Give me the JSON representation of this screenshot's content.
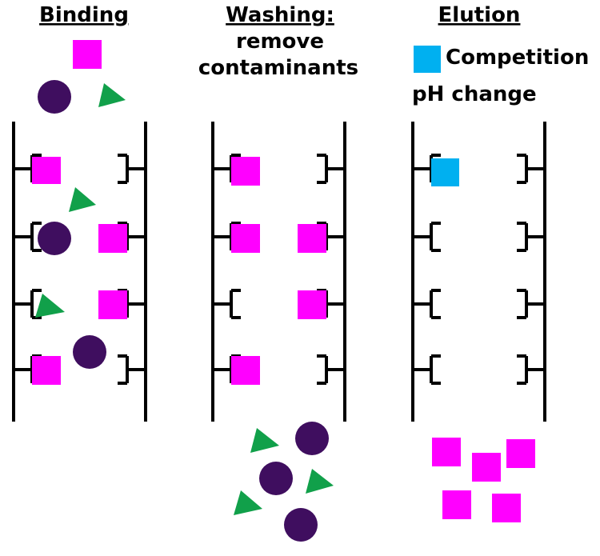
{
  "labels": {
    "binding": "Binding",
    "washing_line1": "Washing:",
    "washing_line2": "remove",
    "washing_line3": "contaminants",
    "elution": "Elution",
    "competition": "Competition",
    "ph_change": "pH change"
  },
  "colors": {
    "target_square": "#ff00ff",
    "competitor_square": "#00b0f0",
    "contaminant_circle": "#3f0e5f",
    "contaminant_triangle": "#11a04a",
    "line": "#000000"
  },
  "legend": {
    "competition_icon": "square"
  }
}
